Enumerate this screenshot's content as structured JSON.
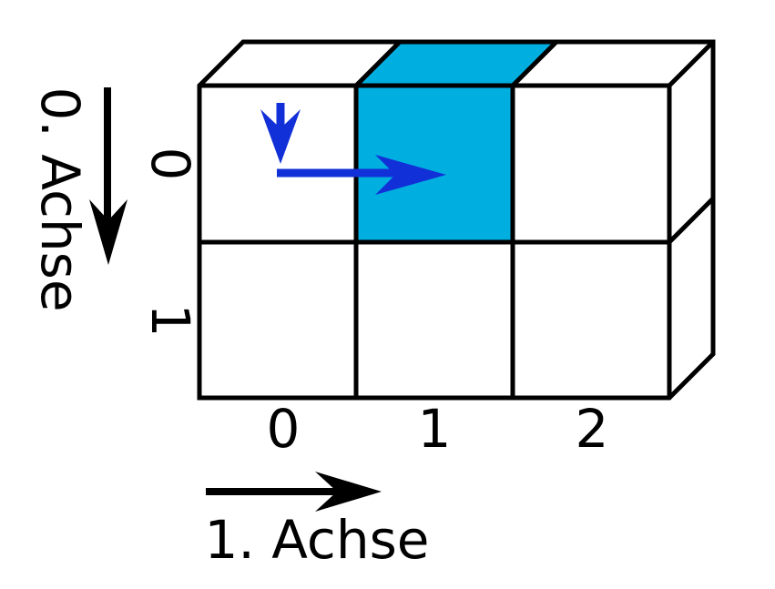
{
  "diagram": {
    "colors": {
      "background": "#ffffff",
      "line": "#000000",
      "highlight": "#00aee0",
      "arrow_blue": "#1230d8"
    },
    "axis0": {
      "label": "0. Achse",
      "ticks": [
        "0",
        "1"
      ]
    },
    "axis1": {
      "label": "1. Achse",
      "ticks": [
        "0",
        "1",
        "2"
      ]
    },
    "grid": {
      "rows": 2,
      "cols": 3,
      "highlighted_cell": {
        "row": 0,
        "col": 1
      }
    }
  }
}
